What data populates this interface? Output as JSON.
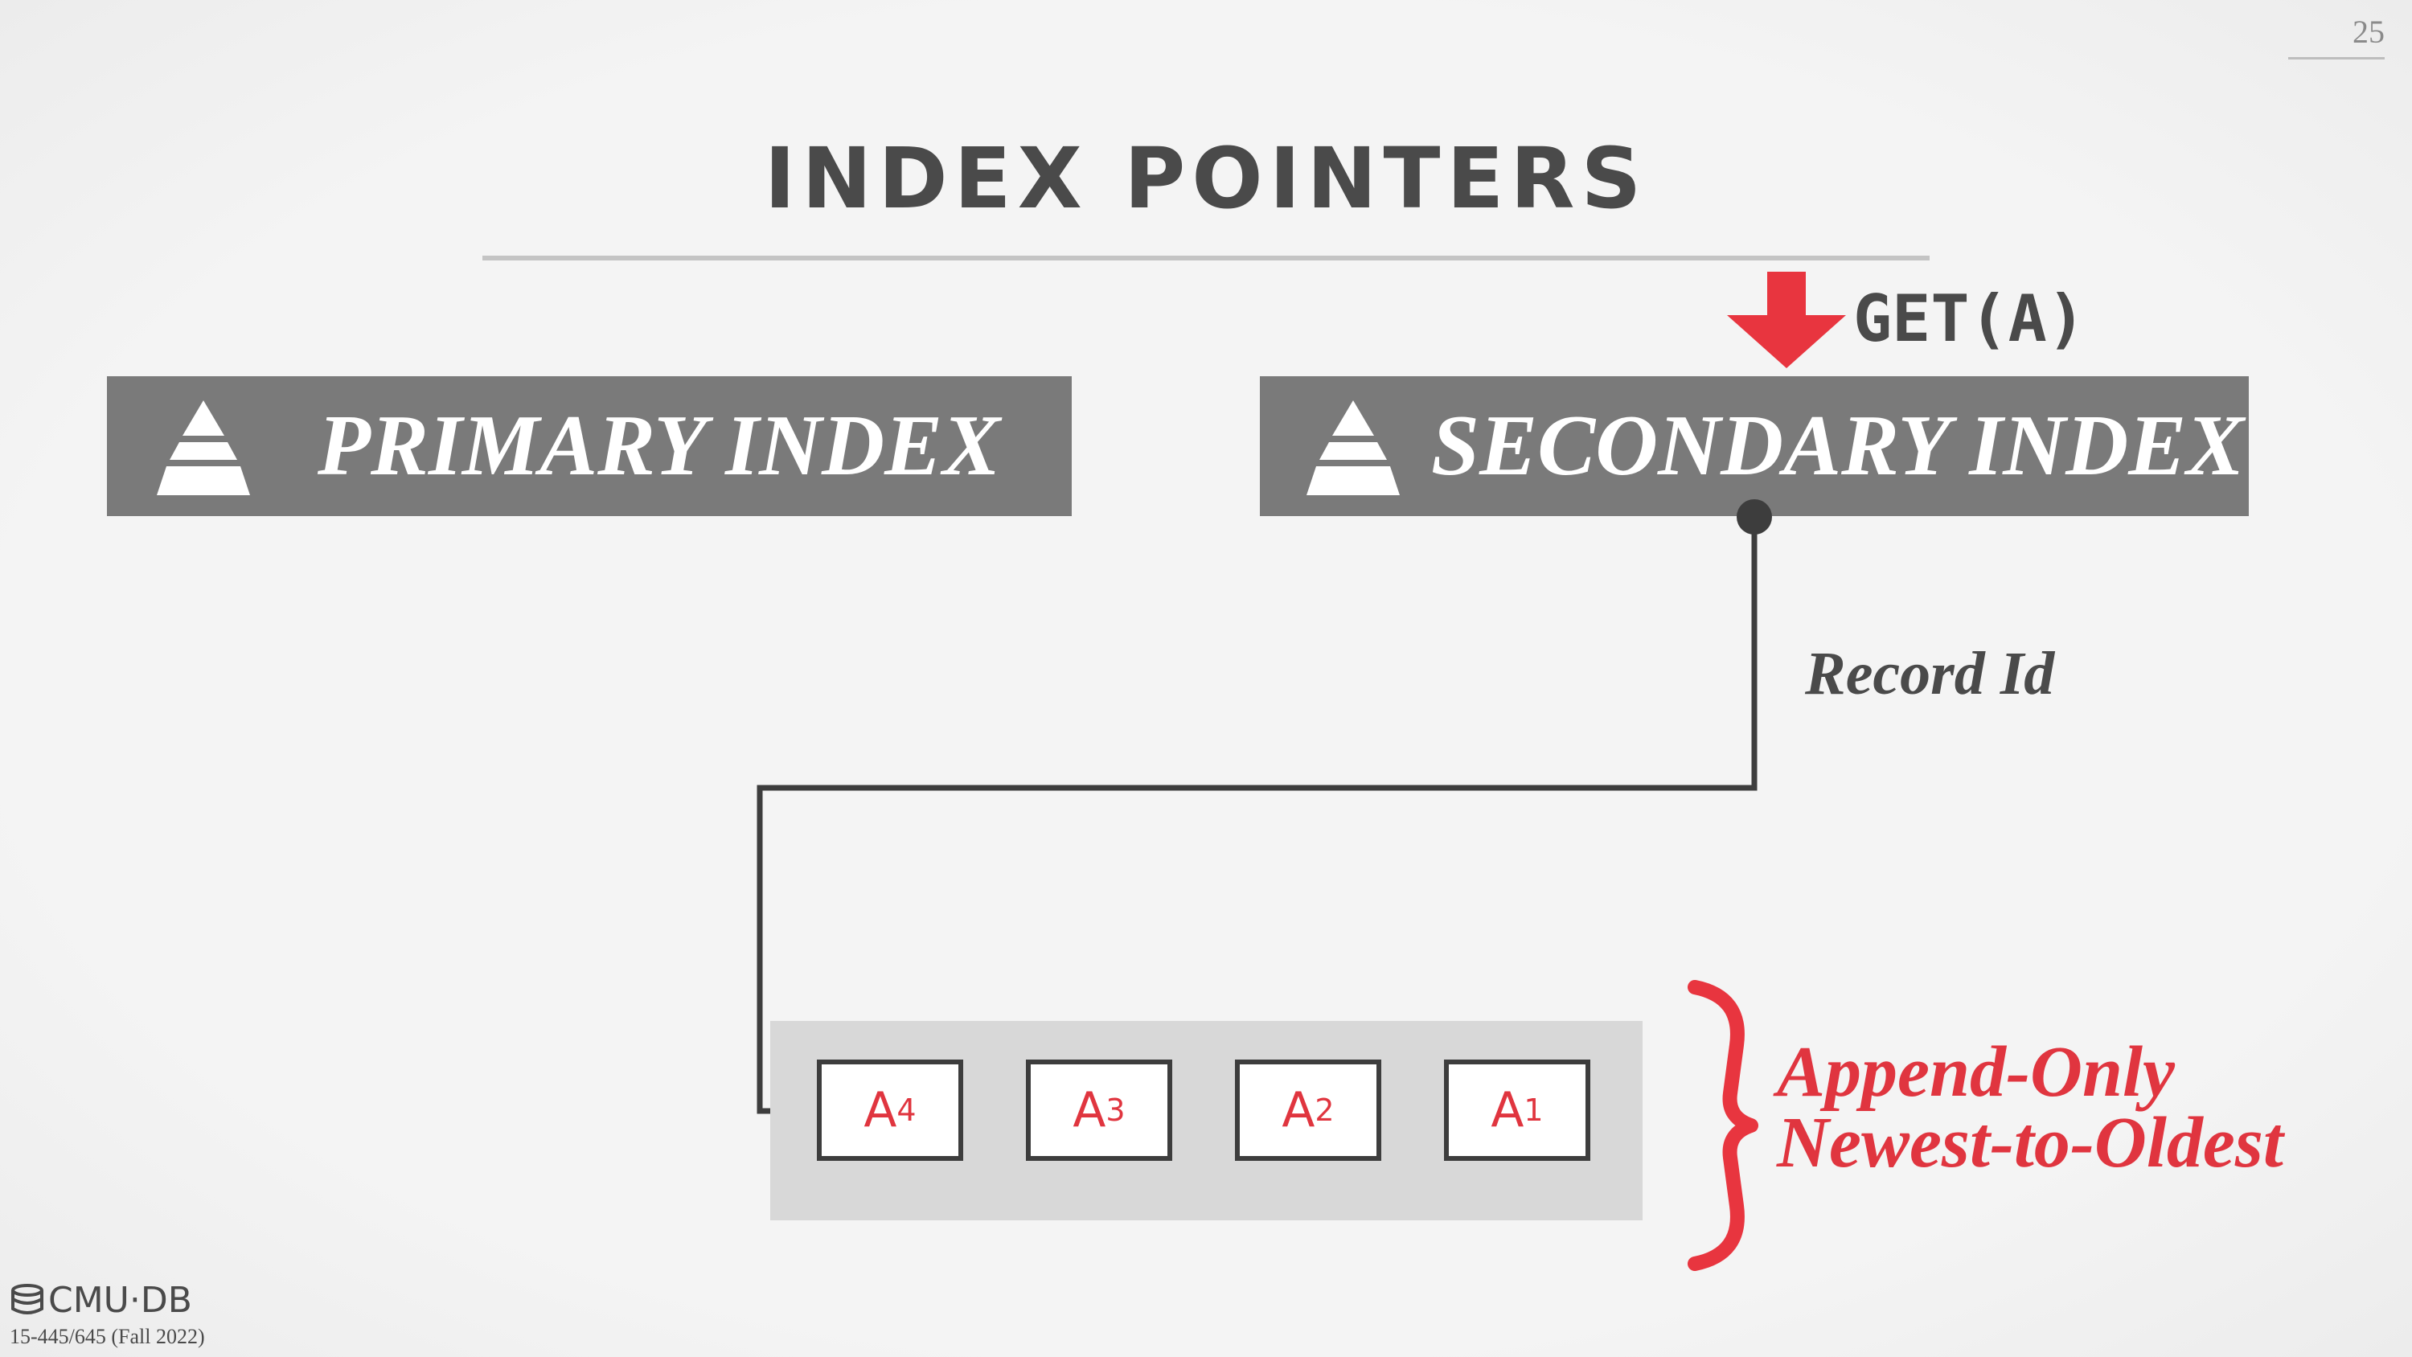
{
  "slide": {
    "page_number": "25",
    "title": "INDEX POINTERS",
    "footer_logo": "CMU·DB",
    "footer_course": "15-445/645 (Fall 2022)"
  },
  "primary_index": {
    "label": "PRIMARY INDEX",
    "icon": "tree-icon"
  },
  "secondary_index": {
    "label": "SECONDARY INDEX",
    "icon": "tree-icon"
  },
  "query": {
    "label": "GET(A)",
    "icon": "down-arrow-icon"
  },
  "pointer": {
    "label": "Record Id"
  },
  "version_chain": [
    {
      "base": "A",
      "sub": "4"
    },
    {
      "base": "A",
      "sub": "3"
    },
    {
      "base": "A",
      "sub": "2"
    },
    {
      "base": "A",
      "sub": "1"
    }
  ],
  "annotation": {
    "line1": "Append-Only",
    "line2": "Newest-to-Oldest"
  },
  "colors": {
    "accent": "#e0353f",
    "dark": "#3d3d3d",
    "box": "#7a7a7a"
  }
}
